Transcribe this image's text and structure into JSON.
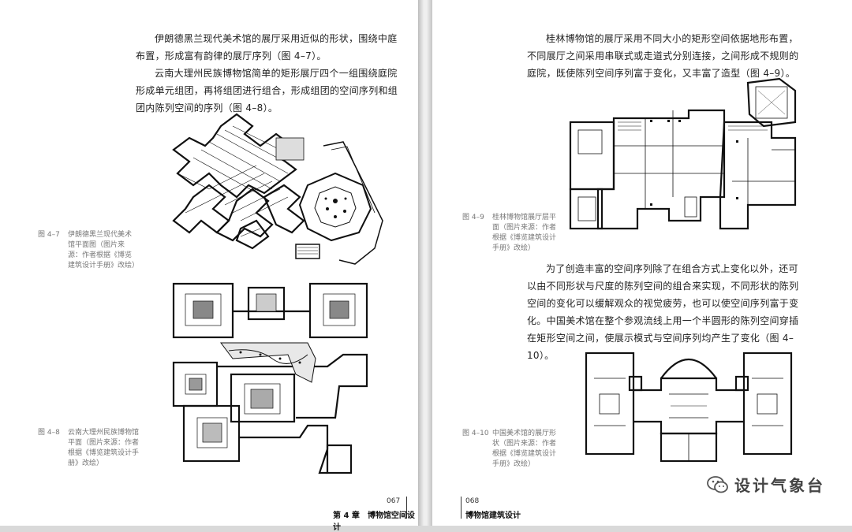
{
  "left_page": {
    "para1": "伊朗德黑兰现代美术馆的展厅采用近似的形状，围绕中庭布置，形成富有韵律的展厅序列（图 4–7）。",
    "para2": "云南大理州民族博物馆简单的矩形展厅四个一组围绕庭院形成单元组团，再将组团进行组合，形成组团的空间序列和组团内陈列空间的序列（图 4–8）。",
    "caption_4_7": {
      "num": "图 4–7",
      "text": "伊朗德黑兰现代美术馆平面图（图片来源：作者根据《博览建筑设计手册》改绘）"
    },
    "caption_4_8": {
      "num": "图 4–8",
      "text": "云南大理州民族博物馆平面（图片来源：作者根据《博览建筑设计手册》改绘）"
    },
    "page_number": "067",
    "chapter": "第 4 章　博物馆空间设计"
  },
  "right_page": {
    "para1": "桂林博物馆的展厅采用不同大小的矩形空间依据地形布置，不同展厅之间采用串联式或走道式分别连接，之间形成不规则的庭院，既使陈列空间序列富于变化，又丰富了造型（图 4–9）。",
    "caption_4_9": {
      "num": "图 4–9",
      "text": "桂林博物馆展厅层平面（图片来源：作者根据《博览建筑设计手册》改绘）"
    },
    "para2": "为了创造丰富的空间序列除了在组合方式上变化以外，还可以由不同形状与尺度的陈列空间的组合来实现，不同形状的陈列空间的变化可以缓解观众的视觉疲劳，也可以使空间序列富于变化。中国美术馆在整个参观流线上用一个半圆形的陈列空间穿插在矩形空间之间，使展示模式与空间序列均产生了变化（图 4–10）。",
    "caption_4_10": {
      "num": "图 4–10",
      "text": "中国美术馆的展厅形状（图片来源：作者根据《博览建筑设计手册》改绘）"
    },
    "page_number": "068",
    "book_title": "博物馆建筑设计"
  },
  "watermark": {
    "text": "设计气象台",
    "icon": "wechat-icon"
  }
}
